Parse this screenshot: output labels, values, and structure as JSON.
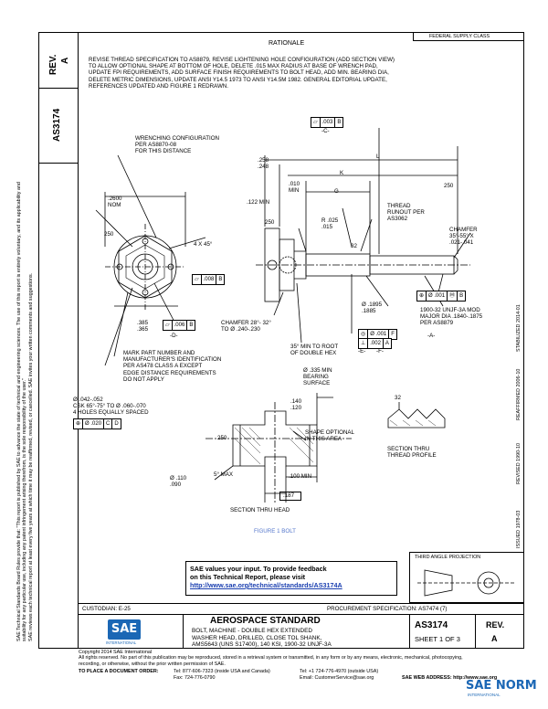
{
  "header_tag": "FEDERAL SUPPLY CLASS",
  "rev_label": "REV.",
  "rev_value": "A",
  "doc_number": "AS3174",
  "rationale_title": "RATIONALE",
  "rationale_lines": [
    "REVISE THREAD SPECIFICATION TO AS8879, REVISE LIGHTENING HOLE CONFIGURATION (ADD SECTION VIEW)",
    "TO ALLOW OPTIONAL SHAPE AT BOTTOM OF HOLE, DELETE .015 MAX RADIUS AT BASE OF WRENCH PAD,",
    "UPDATE FPI REQUIREMENTS, ADD SURFACE FINISH REQUIREMENTS TO BOLT HEAD, ADD MIN. BEARING DIA,",
    "DELETE METRIC DIMENSIONS, UPDATE ANSI Y14.5 1973 TO ANSI Y14.5M 1982. GENERAL EDITORIAL UPDATE,",
    "REFERENCES UPDATED AND FIGURE 1 REDRAWN."
  ],
  "side_text_1": "SAE Technical Standards Board Rules provide that: \"This report is published by SAE to advance the state of technical and engineering sciences. The use of this report is entirely voluntary, and its applicability and suitability for any particular use, including any patent infringement arising therefrom, is the sole responsibility of the user.\"",
  "side_text_2": "SAE reviews each technical report at least every five years at which time it may be reaffirmed, revised, or cancelled. SAE invites your written comments and suggestions.",
  "revised_stamp": "REVISED 1990-10",
  "reaffirmed_stamp": "REAFFIRMED 2006-10",
  "stabilized_stamp": "STABILIZED 2014-01",
  "issued_stamp": "ISSUED 1978-03",
  "drawing": {
    "wrenching_note": [
      "WRENCHING CONFIGURATION",
      "PER AS8870-08",
      "FOR THIS DISTANCE"
    ],
    "dim_2600": [
      ".2600",
      "NOM"
    ],
    "finish_250": "250",
    "finish_32": "32",
    "finish_250b": "250",
    "chamfer_45": "4 X 45°",
    "fcf_008": [
      ".008",
      "B"
    ],
    "dim_385": [
      ".385",
      ".365"
    ],
    "fcf_006": [
      ".006",
      "B"
    ],
    "datum_d": "D",
    "datum_b": "B",
    "datum_c": "C",
    "datum_a": "A",
    "datum_e": "E",
    "datum_f": "F",
    "mark_note": [
      "MARK PART NUMBER AND",
      "MANUFACTURER'S IDENTIFICATION",
      "PER AS478 CLASS A EXCEPT",
      "EDGE DISTANCE REQUIREMENTS",
      "DO NOT APPLY"
    ],
    "holes_note": [
      "Ø .042-.052",
      "CSK 65°-75° TO Ø .060-.070",
      "4 HOLES EQUALLY SPACED"
    ],
    "fcf_020": [
      "Ø .020",
      "C",
      "D"
    ],
    "fcf_003": [
      ".003",
      "B"
    ],
    "dim_258": [
      ".258",
      ".248"
    ],
    "dim_010": [
      ".010",
      "MIN"
    ],
    "dim_122": ".122 MIN",
    "dim_L": "L",
    "dim_K": "K",
    "dim_G": "G",
    "thread_runout": [
      "THREAD",
      "RUNOUT PER",
      "AS3062"
    ],
    "radius_note": [
      "R .025",
      ".015"
    ],
    "chamfer_note": [
      "CHAMFER",
      "35°-55° X",
      ".021-.041"
    ],
    "fcf_001": [
      "Ø .001",
      "B"
    ],
    "dia_1895": [
      "Ø .1895",
      ".1885"
    ],
    "thread_note": [
      "1900-32 UNJF-3A MOD",
      "MAJOR DIA .1840-.1875",
      "PER AS8879"
    ],
    "fcf_0015": [
      "Ø .001",
      "F"
    ],
    "fcf_002": [
      ".002",
      "A"
    ],
    "chamfer_head": [
      "CHAMFER 28°- 32°",
      "TO Ø .240-.230"
    ],
    "root_note": [
      "35° MIN TO ROOT",
      "OF DOUBLE HEX"
    ],
    "bearing_note": [
      "Ø .335 MIN",
      "BEARING",
      "SURFACE"
    ],
    "dim_140": [
      ".140",
      ".120"
    ],
    "shape_note": [
      "SHAPE OPTIONAL",
      "IN THIS AREA"
    ],
    "finish_250c": "250",
    "dim_5max": "5° MAX",
    "dim_100": ".100 MIN",
    "dia_110": [
      "Ø .110",
      ".090"
    ],
    "dim_187": ".187",
    "section_head": "SECTION THRU HEAD",
    "section_thread": [
      "SECTION THRU",
      "THREAD PROFILE"
    ],
    "finish_32b": "32",
    "figure_caption": "FIGURE 1 BOLT"
  },
  "feedback": {
    "line1": "SAE values your input. To provide feedback",
    "line2": "on this Technical Report, please visit",
    "url": "http://www.sae.org/technical/standards/AS3174A"
  },
  "third_angle": "THIRD ANGLE PROJECTION",
  "custodian": "CUSTODIAN: E-25",
  "procurement": "PROCUREMENT SPECIFICATION: AS7474 (7)",
  "title_block": {
    "heading": "AEROSPACE STANDARD",
    "desc_lines": [
      "BOLT, MACHINE - DOUBLE HEX EXTENDED",
      "WASHER HEAD, DRILLED, CLOSE TOL SHANK,",
      "AMS5643 (UNS S17400), 140 KSI, 1900-32 UNJF-3A"
    ],
    "doc_number": "AS3174",
    "sheet": "SHEET 1 OF 3",
    "rev_label": "REV.",
    "rev_value": "A"
  },
  "logo_text": "SAE",
  "logo_sub": "INTERNATIONAL",
  "footer": {
    "copyright": "Copyright 2014 SAE International",
    "rights": "All rights reserved. No part of this publication may be reproduced, stored in a retrieval system or transmitted, in any form or by any means, electronic, mechanical, photocopying,",
    "rights2": "recording, or otherwise, without the prior written permission of SAE.",
    "order_label": "TO PLACE A DOCUMENT ORDER:",
    "tel": "Tel: 877-606-7323 (inside USA and Canada)",
    "tel2": "Tel: +1 724-776-4970 (outside USA)",
    "fax": "Fax: 724-776-0790",
    "email": "Email: CustomerService@sae.org",
    "web": "SAE WEB ADDRESS: http://www.sae.org"
  },
  "watermark": "SAE NORM",
  "watermark_sub": "INTERNATIONAL"
}
